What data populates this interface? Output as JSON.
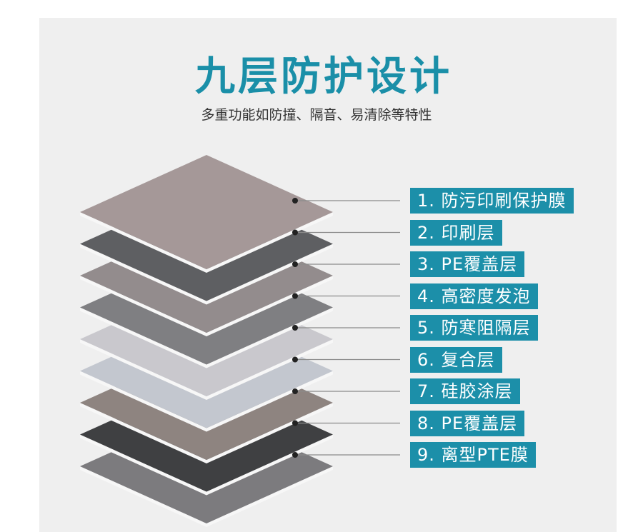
{
  "header": {
    "title": "九层防护设计",
    "subtitle": "多重功能如防撞、隔音、易清除等特性"
  },
  "layers": [
    {
      "label": "1. 防污印刷保护膜",
      "color": "#a59898"
    },
    {
      "label": "2. 印刷层",
      "color": "#5e5f62"
    },
    {
      "label": "3. PE覆盖层",
      "color": "#938c8d"
    },
    {
      "label": "4. 高密度发泡",
      "color": "#7f7f82"
    },
    {
      "label": "5. 防寒阻隔层",
      "color": "#c9c8cd"
    },
    {
      "label": "6. 复合层",
      "color": "#c3c7cf"
    },
    {
      "label": "7. 硅胶涂层",
      "color": "#8e8480"
    },
    {
      "label": "8. PE覆盖层",
      "color": "#3f4042"
    },
    {
      "label": "9. 离型PTE膜",
      "color": "#7c7b7e"
    }
  ],
  "colors": {
    "accent": "#1c8fa9",
    "title": "#1a8fa8",
    "background": "#efefef"
  }
}
